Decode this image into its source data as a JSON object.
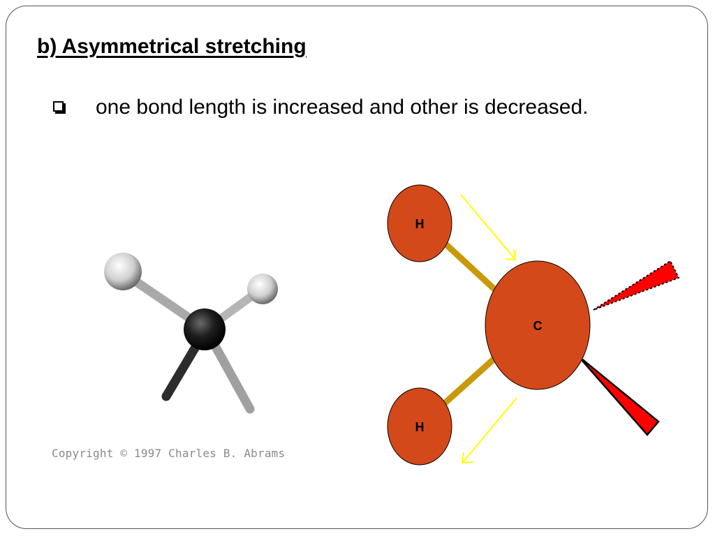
{
  "slide": {
    "title": "b)  Asymmetrical stretching",
    "bullet": "one bond length is increased and other is decreased."
  },
  "molecule_image": {
    "copyright": "Copyright © 1997 Charles B. Abrams"
  },
  "diagram": {
    "atoms": {
      "h_top": "H",
      "carbon": "C",
      "h_bottom": "H"
    },
    "colors": {
      "atom_fill": "#D4491A",
      "bond": "#C89A0A",
      "motion_arrow": "#FFFF00",
      "wedge": "#FF0000"
    }
  }
}
